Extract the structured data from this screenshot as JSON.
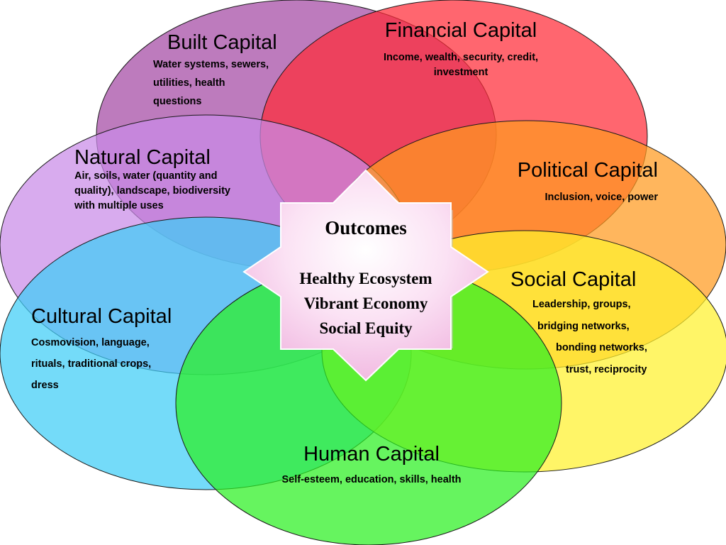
{
  "colors": {
    "built": "#a348a3",
    "financial": "#ff2b37",
    "natural": "#c98ae8",
    "political": "#ff9a1e",
    "cultural": "#3ecdf6",
    "social": "#fff12c",
    "human": "#2bf021",
    "star": "#f6c4e6"
  },
  "capitals": {
    "built": {
      "title": "Built Capital",
      "lines": [
        "Water systems, sewers,",
        "utilities, health",
        "questions"
      ]
    },
    "financial": {
      "title": "Financial Capital",
      "lines": [
        "Income, wealth, security, credit,",
        "investment"
      ]
    },
    "natural": {
      "title": "Natural Capital",
      "lines": [
        "Air, soils, water (quantity and",
        "quality), landscape, biodiversity",
        "with multiple uses"
      ]
    },
    "political": {
      "title": "Political Capital",
      "lines": [
        "Inclusion, voice, power"
      ]
    },
    "social": {
      "title": "Social Capital",
      "lines": [
        "Leadership, groups,",
        "bridging networks,",
        "bonding networks,",
        "trust, reciprocity"
      ]
    },
    "cultural": {
      "title": "Cultural Capital",
      "lines": [
        "Cosmovision, language,",
        "rituals, traditional crops,",
        "dress"
      ]
    },
    "human": {
      "title": "Human Capital",
      "lines": [
        "Self-esteem, education, skills, health"
      ]
    }
  },
  "outcomes": {
    "title": "Outcomes",
    "items": [
      "Healthy Ecosystem",
      "Vibrant Economy",
      "Social Equity"
    ]
  }
}
